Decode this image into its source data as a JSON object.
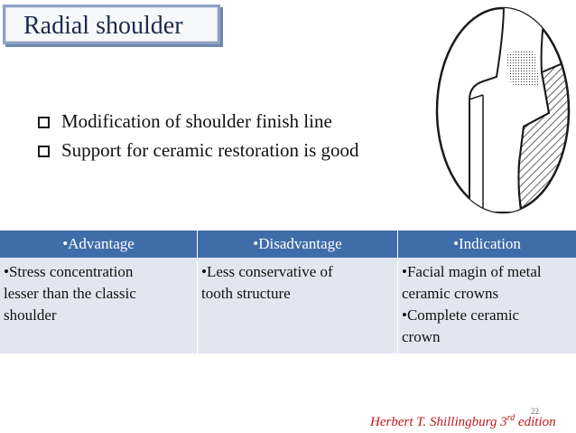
{
  "title": "Radial shoulder",
  "bullets": [
    "Modification of shoulder finish line",
    "Support for ceramic restoration is good"
  ],
  "table": {
    "headers": [
      "•Advantage",
      "•Disadvantage",
      "•Indication"
    ],
    "rows": [
      [
        [
          "•Stress concentration",
          "lesser than the classic",
          "shoulder"
        ],
        [
          "•Less conservative of",
          "tooth structure"
        ],
        [
          "•Facial magin of metal",
          "ceramic crowns",
          "•Complete ceramic",
          "crown"
        ]
      ]
    ]
  },
  "slide_number": "22",
  "citation": {
    "before": "Herbert T. Shillingburg 3",
    "sup": "rd",
    "after": " edition"
  },
  "colors": {
    "header_blue": "#3e6da9",
    "cell_bg": "#e1e7f1",
    "citation_red": "#c0171c",
    "title_border": "#8fa3c2"
  }
}
